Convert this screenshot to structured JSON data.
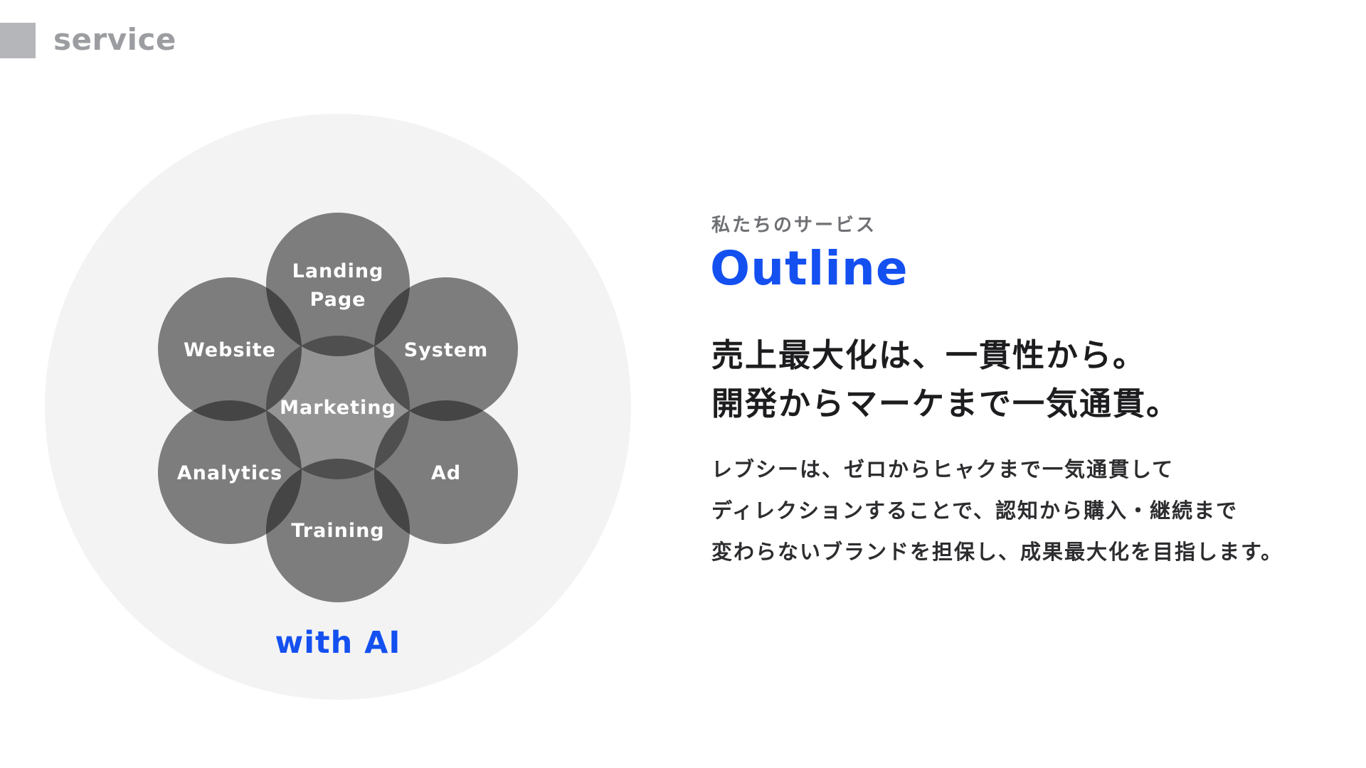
{
  "header": {
    "section_label": "service"
  },
  "diagram": {
    "center_label": "Marketing",
    "petals": [
      {
        "label_lines": [
          "Landing",
          "Page"
        ]
      },
      {
        "label_lines": [
          "System"
        ]
      },
      {
        "label_lines": [
          "Ad"
        ]
      },
      {
        "label_lines": [
          "Training"
        ]
      },
      {
        "label_lines": [
          "Analytics"
        ]
      },
      {
        "label_lines": [
          "Website"
        ]
      }
    ],
    "footer_label": "with AI"
  },
  "content": {
    "kicker": "私たちのサービス",
    "title": "Outline",
    "headline": [
      "売上最大化は、一貫性から。",
      "開発からマーケまで一気通貫。"
    ],
    "body": [
      "レブシーは、ゼロからヒャクまで一気通貫して",
      "ディレクションすることで、認知から購入・継続まで",
      "変わらないブランドを担保し、成果最大化を目指します。"
    ]
  },
  "colors": {
    "accent": "#1450f0",
    "backdrop": "#f3f3f3",
    "petal": "#808080",
    "center": "#4d4d4d",
    "marker": "#b5b6ba"
  }
}
